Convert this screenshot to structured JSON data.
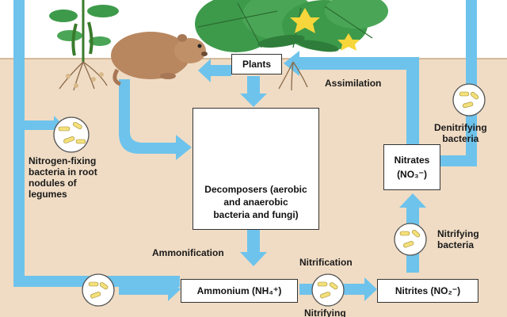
{
  "colors": {
    "soil": "#f0dcc4",
    "sky": "#ffffff",
    "arrow": "#6ec3ec",
    "bacteria_circle": "#ffffff",
    "bacteria_cell": "#f3e07a",
    "leaf": "#3d9a4a",
    "mushroom": "#e8c98a",
    "animal": "#b88760"
  },
  "nodes": {
    "plants": "Plants",
    "nitrates_line1": "Nitrates",
    "nitrates_line2": "(NO₃⁻)",
    "nitrites": "Nitrites (NO₂⁻)",
    "ammonium": "Ammonium (NH₄⁺)",
    "decomposers": "Decomposers (aerobic\nand anaerobic\nbacteria and fungi)"
  },
  "labels": {
    "assimilation": "Assimilation",
    "denitrifying": "Denitrifying\nbacteria",
    "nitrifying": "Nitrifying\nbacteria",
    "nitrogen_fixing": "Nitrogen-fixing\nbacteria in root\nnodules of\nlegumes",
    "ammonification": "Ammonification",
    "nitrification": "Nitrification",
    "nitrifying_bottom": "Nitrifying"
  },
  "icons": [
    "bacteria-icon",
    "plant-icon",
    "mushroom-icon",
    "animal-icon",
    "arrow-icon"
  ]
}
